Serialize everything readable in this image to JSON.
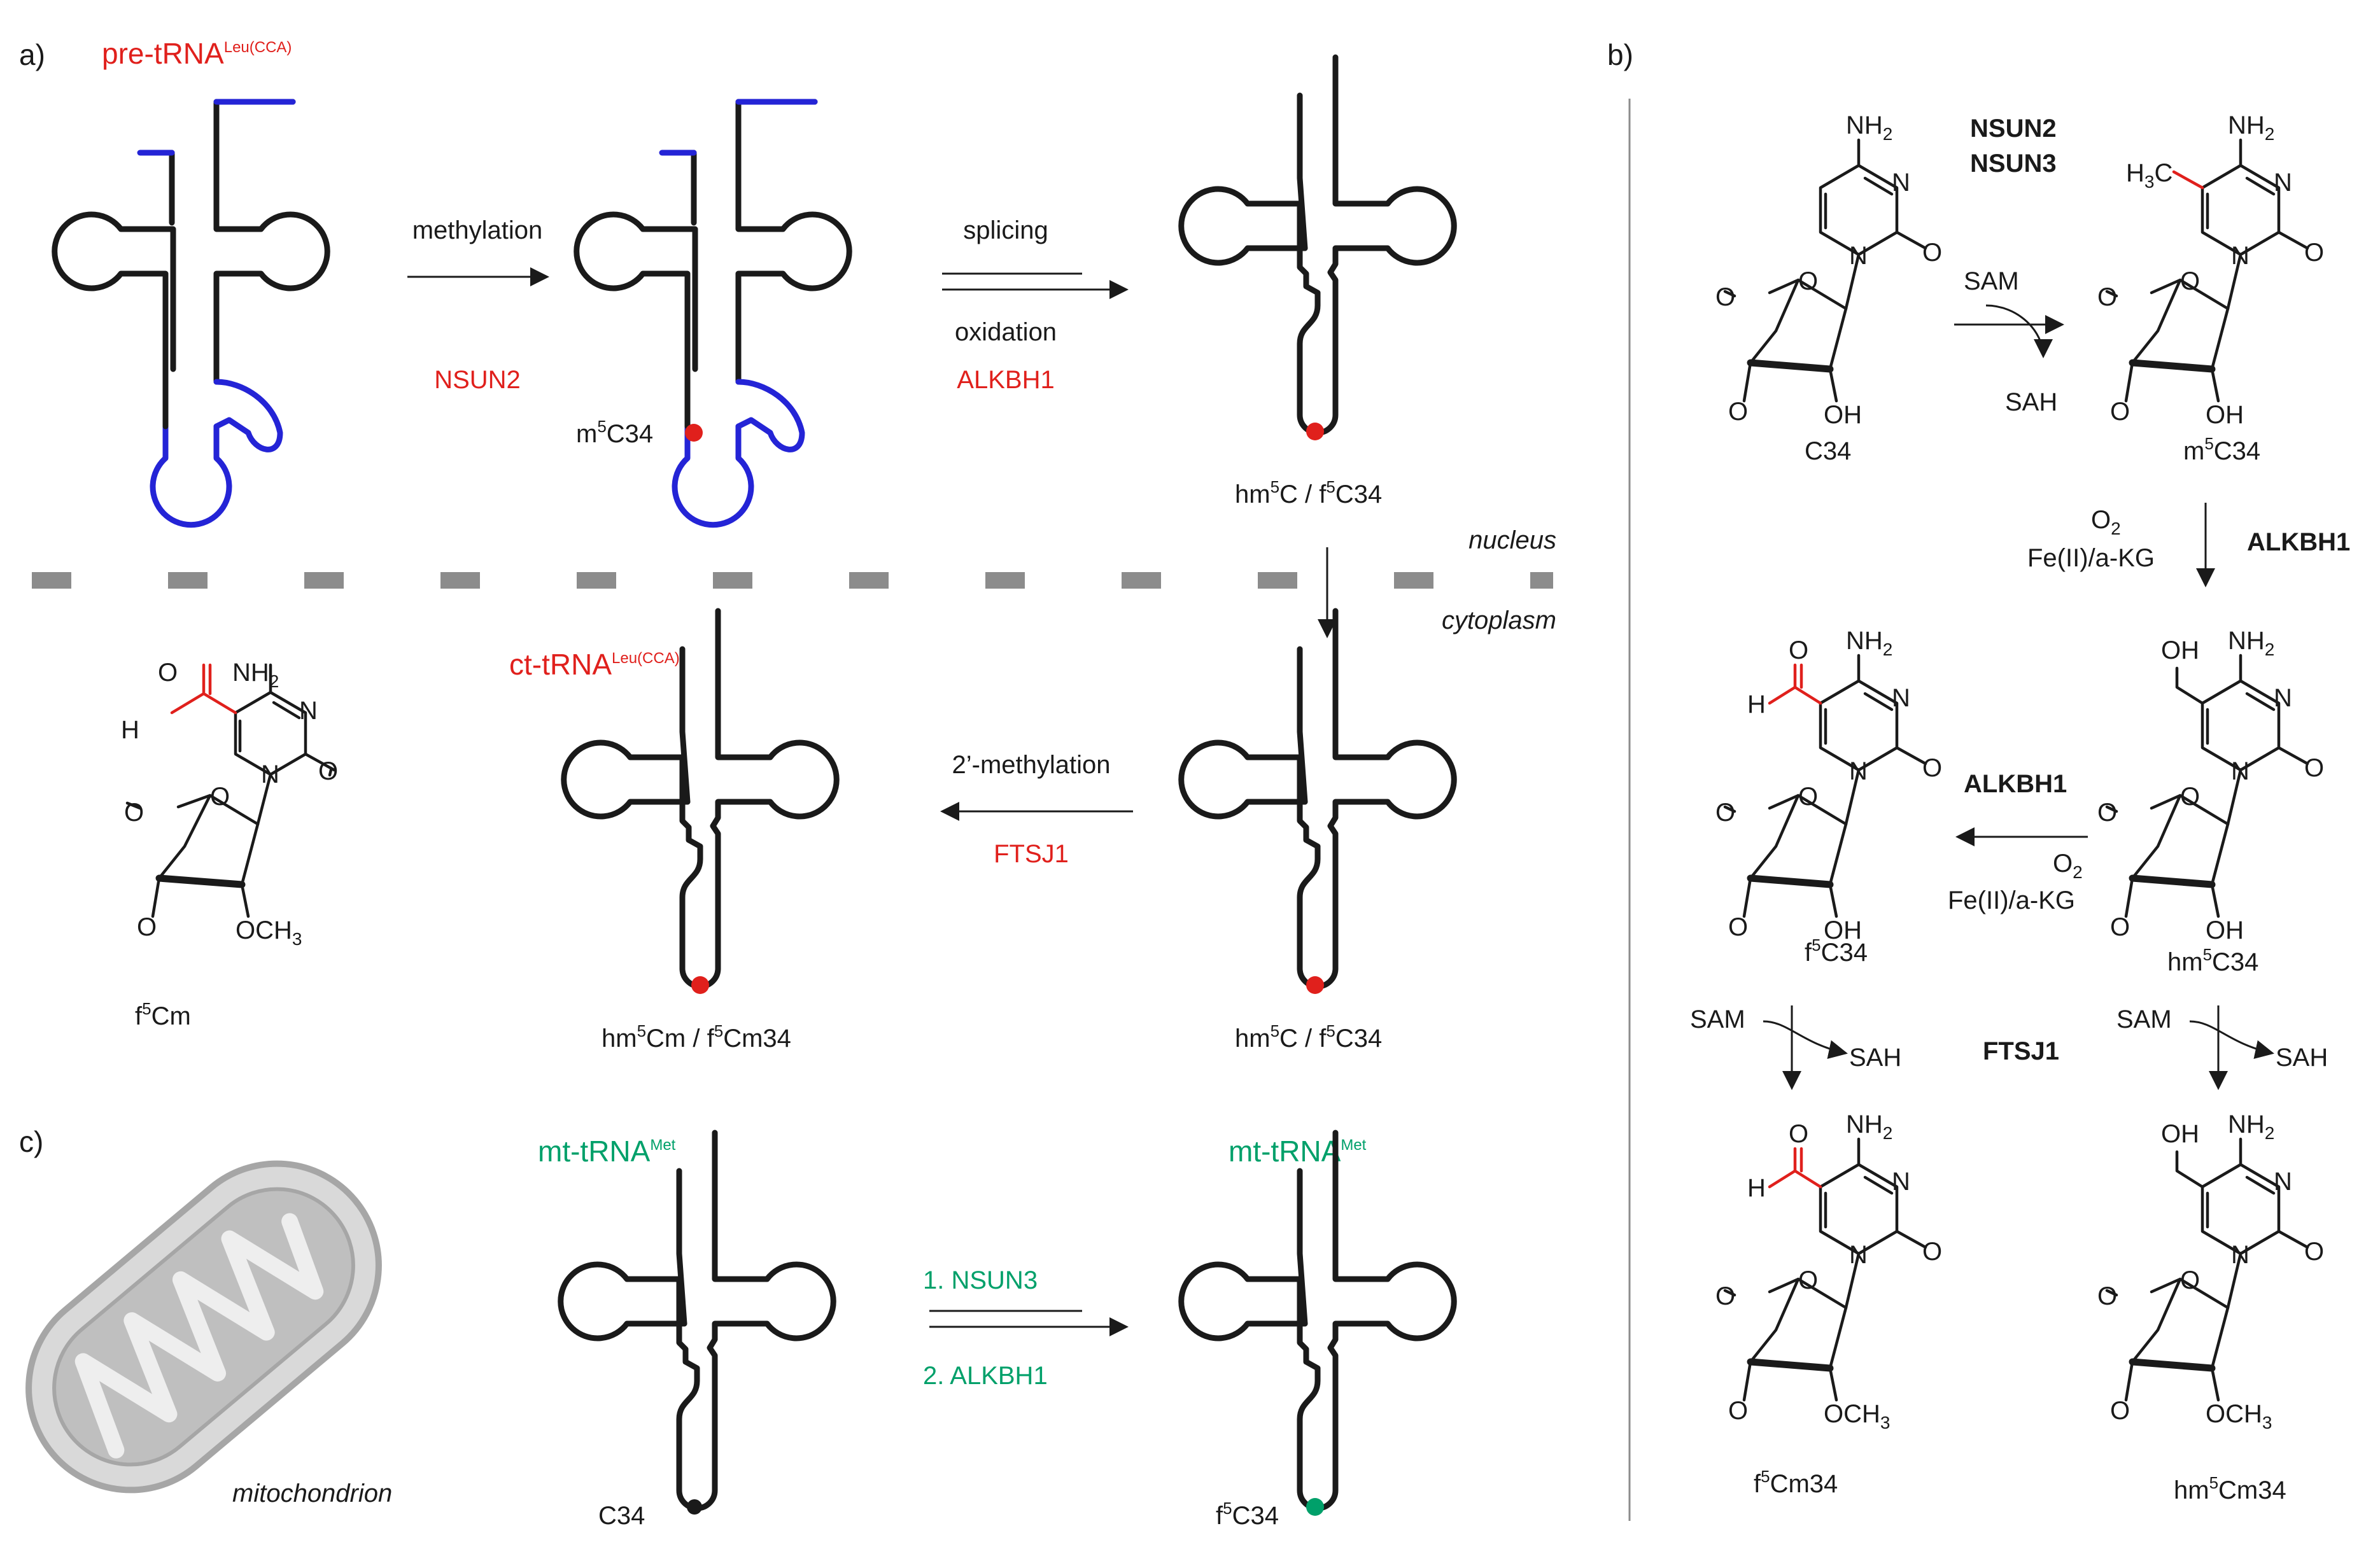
{
  "panels": {
    "a": "a)",
    "b": "b)",
    "c": "c)"
  },
  "panel_a": {
    "pre_trna": {
      "name": "pre-tRNA",
      "sup": "Leu(CCA)"
    },
    "ct_trna": {
      "name": "ct-tRNA",
      "sup": "Leu(CCA)"
    },
    "methylation": "methylation",
    "nsun2": "NSUN2",
    "splicing": "splicing",
    "oxidation": "oxidation",
    "alkbh1": "ALKBH1",
    "m5c34": {
      "pre": "m",
      "sup": "5",
      "post": "C34"
    },
    "hm5c_f5c34_top": {
      "a": "hm",
      "sup1": "5",
      "b": "C / f",
      "sup2": "5",
      "c": "C34"
    },
    "nucleus": "nucleus",
    "cytoplasm": "cytoplasm",
    "two_methylation": "2’-methylation",
    "ftsj1": "FTSJ1",
    "hm5c_f5c34_bottom": {
      "a": "hm",
      "sup1": "5",
      "b": "C / f",
      "sup2": "5",
      "c": "C34"
    },
    "hm5cm_f5cm34": {
      "a": "hm",
      "sup1": "5",
      "b": "Cm / f",
      "sup2": "5",
      "c": "Cm34"
    },
    "f5cm": {
      "pre": "f",
      "sup": "5",
      "post": "Cm"
    }
  },
  "panel_c": {
    "mt_trna_1": {
      "name": "mt-tRNA",
      "sup": "Met"
    },
    "mt_trna_2": {
      "name": "mt-tRNA",
      "sup": "Met"
    },
    "step1": "1. NSUN3",
    "step2": "2. ALKBH1",
    "c34": "C34",
    "f5c34": {
      "pre": "f",
      "sup": "5",
      "post": "C34"
    },
    "mitochondrion": "mitochondrion"
  },
  "panel_b": {
    "enzymes_top_red": "NSUN2",
    "enzymes_top_green": "NSUN3",
    "sam": "SAM",
    "sah": "SAH",
    "c34": "C34",
    "m5c34": {
      "pre": "m",
      "sup": "5",
      "post": "C34"
    },
    "o2": "O",
    "o2_sub": "2",
    "fe_akg": "Fe(II)/a-KG",
    "alkbh1": "ALKBH1",
    "hm5c34": {
      "pre": "hm",
      "sup": "5",
      "post": "C34"
    },
    "f5c34": {
      "pre": "f",
      "sup": "5",
      "post": "C34"
    },
    "ftsj1": "FTSJ1",
    "f5cm34": {
      "pre": "f",
      "sup": "5",
      "post": "Cm34"
    },
    "hm5cm34": {
      "pre": "hm",
      "sup": "5",
      "post": "Cm34"
    }
  },
  "atoms": {
    "nh2": "NH",
    "nh2_sub": "2",
    "n": "N",
    "o": "O",
    "oh": "OH",
    "och3": "OCH",
    "och3_sub": "3",
    "h3c_h": "H",
    "h3c_sub": "3",
    "h3c_c": "C",
    "cho_h": "H",
    "cho_o": "O",
    "ch2oh": "OH"
  },
  "colors": {
    "red": "#e0201c",
    "green": "#00a06a",
    "blue": "#2424d6",
    "black": "#1a1a1a",
    "gray": "#8c8c8c"
  }
}
